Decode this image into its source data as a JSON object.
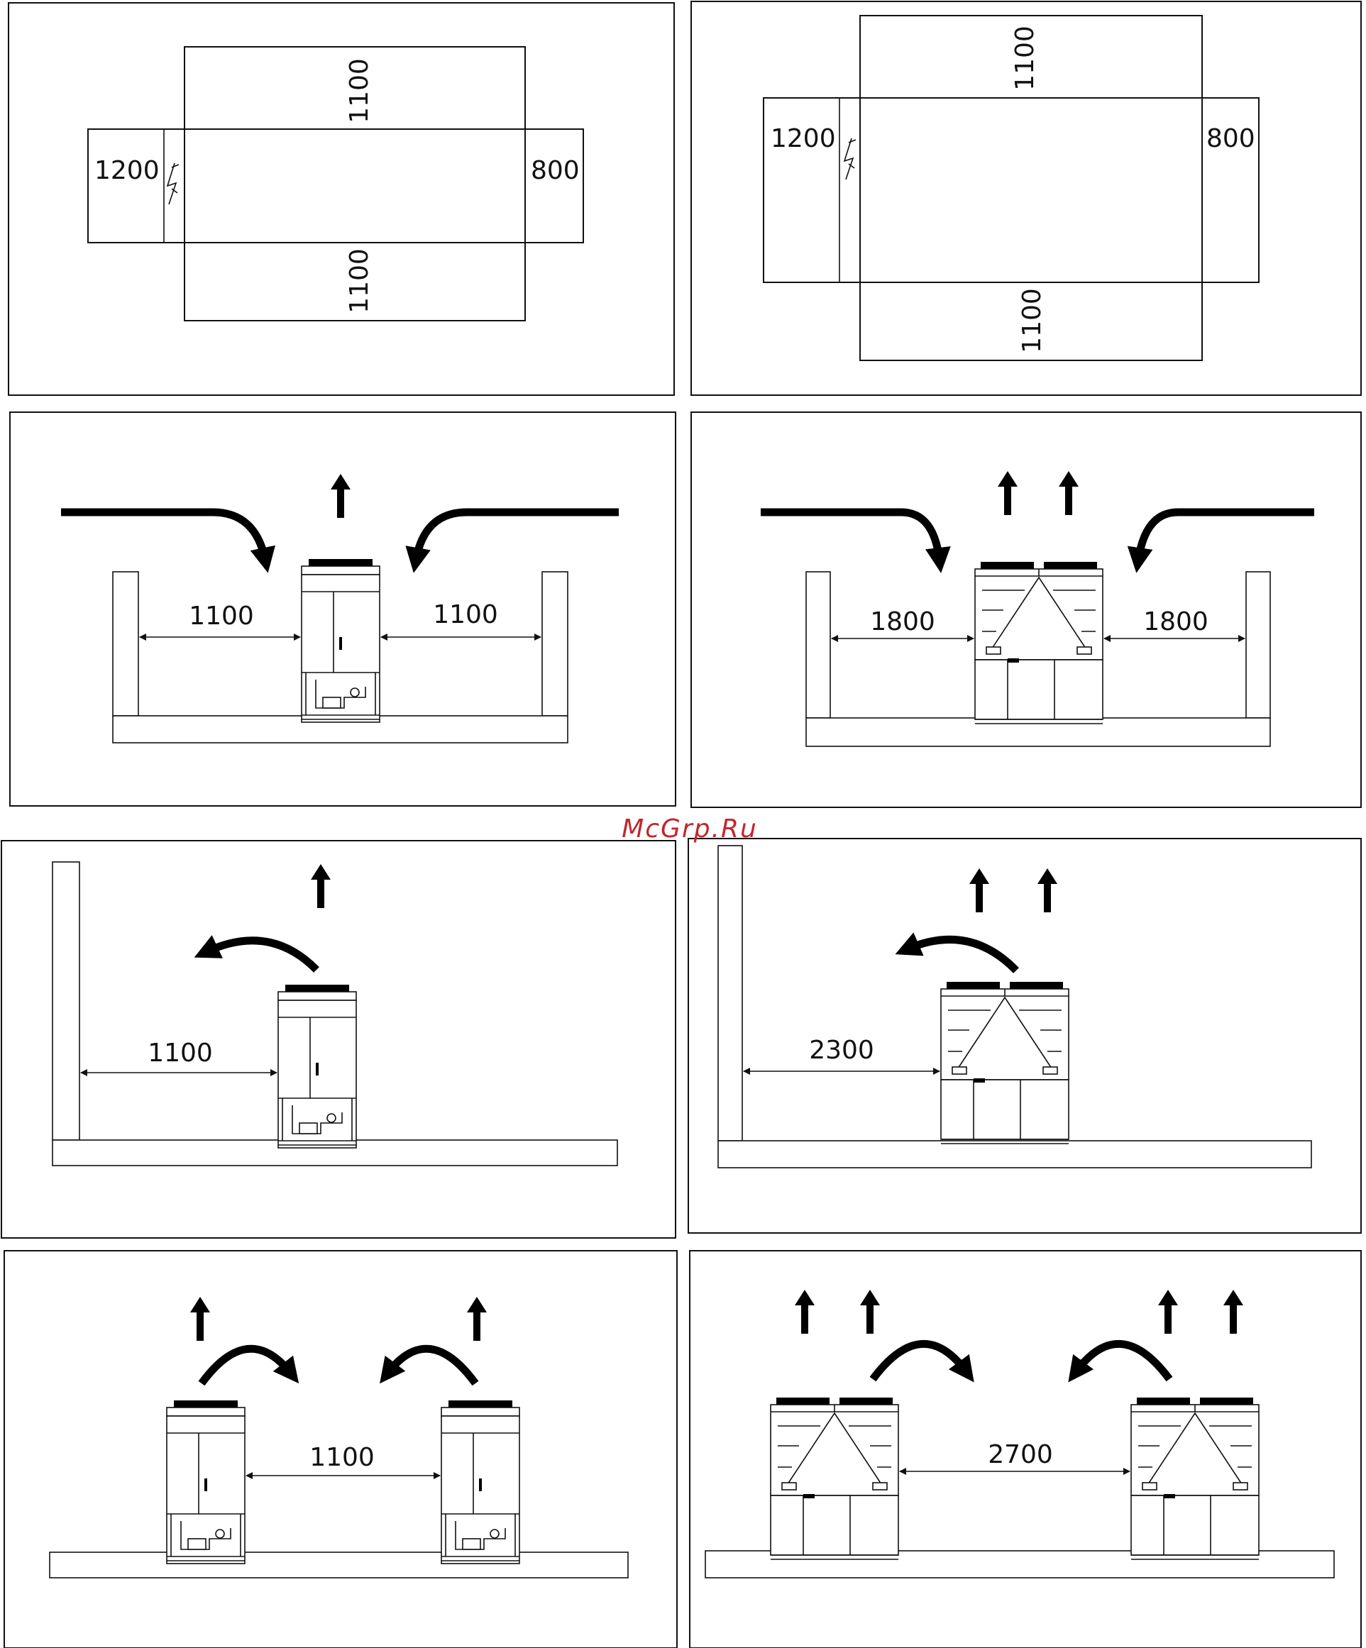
{
  "watermark": "McGrp.Ru",
  "top_left": {
    "dim_top": "1100",
    "dim_bottom": "1100",
    "dim_left": "1200",
    "dim_right": "800",
    "electrical_symbol": "lightning-bolt"
  },
  "top_right": {
    "dim_top": "1100",
    "dim_bottom": "1100",
    "dim_left": "1200",
    "dim_right": "800",
    "electrical_symbol": "lightning-bolt"
  },
  "row2_left": {
    "dim_left": "1100",
    "dim_right": "1100"
  },
  "row2_right": {
    "dim_left": "1800",
    "dim_right": "1800"
  },
  "row3_left": {
    "dim": "1100"
  },
  "row3_right": {
    "dim": "2300"
  },
  "row4_left": {
    "dim": "1100"
  },
  "row4_right": {
    "dim": "2700"
  },
  "icons": {
    "airflow": "arrow-up",
    "recirculation": "curved-arrow"
  }
}
